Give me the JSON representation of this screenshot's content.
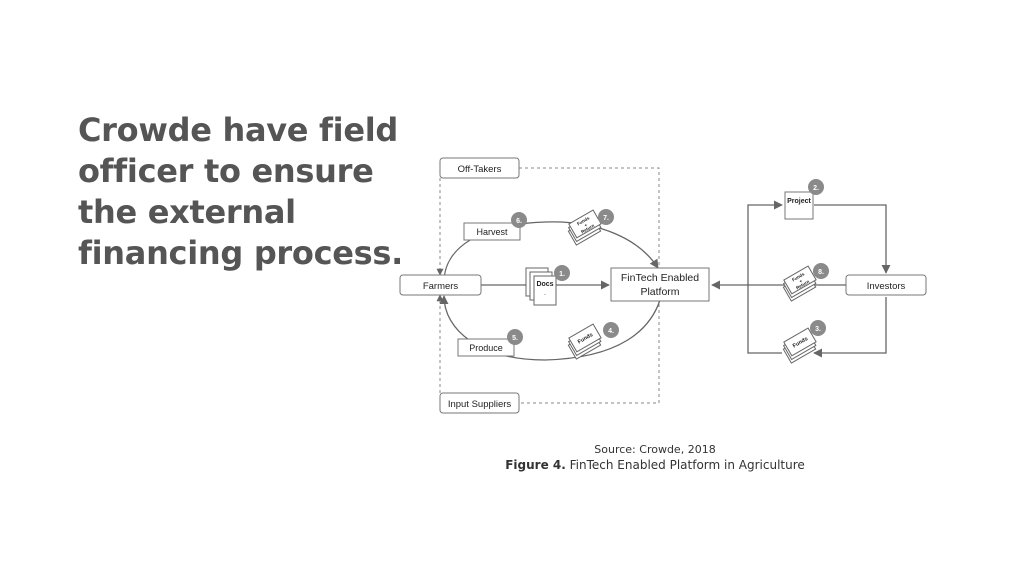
{
  "slide": {
    "headline": "Crowde have field officer to ensure the external financing process."
  },
  "diagram": {
    "nodes": {
      "off_takers": "Off-Takers",
      "farmers": "Farmers",
      "input_suppliers": "Input Suppliers",
      "harvest": "Harvest",
      "produce": "Produce",
      "platform_line1": "FinTech Enabled",
      "platform_line2": "Platform",
      "project": "Project",
      "investors": "Investors"
    },
    "steps": {
      "s1": "1.",
      "s2": "2.",
      "s3": "3.",
      "s4": "4.",
      "s5": "5.",
      "s6": "6.",
      "s7": "7.",
      "s8": "8."
    },
    "stack_labels": {
      "docs": "Docs",
      "funds": "Funds",
      "funds_return_a": "Funds",
      "funds_return_b": "+",
      "funds_return_c": "Return"
    },
    "colors": {
      "box_border": "#777777",
      "line": "#666666",
      "badge": "#8a8a8a",
      "dashed": "#888888"
    }
  },
  "caption": {
    "source": "Source: Crowde, 2018",
    "figure_label": "Figure 4.",
    "figure_title": "FinTech Enabled Platform in Agriculture"
  }
}
